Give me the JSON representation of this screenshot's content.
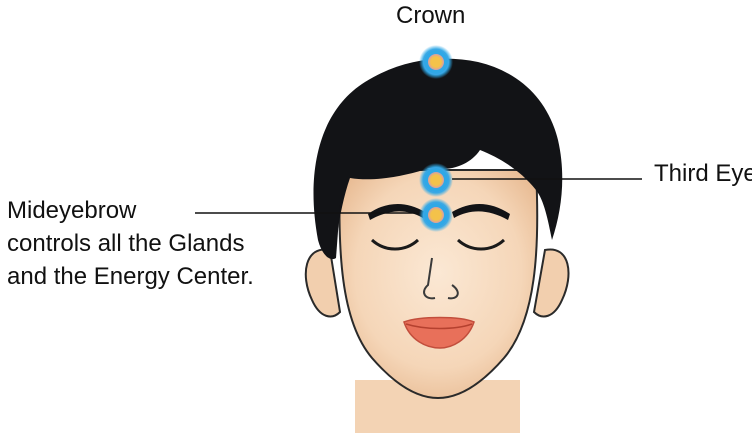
{
  "labels": {
    "crown": "Crown",
    "third_eye": "Third Eye",
    "mideyebrow": [
      "Mideyebrow",
      "controls all the Glands",
      "and the Energy Center."
    ]
  },
  "icons": [
    "energy-point-icon"
  ],
  "colors": {
    "energy_glow": "#2fa8e6",
    "energy_core": "#f4c24a",
    "hair": "#121316",
    "skin": "#f7dcc0",
    "lips": "#e8705a"
  }
}
